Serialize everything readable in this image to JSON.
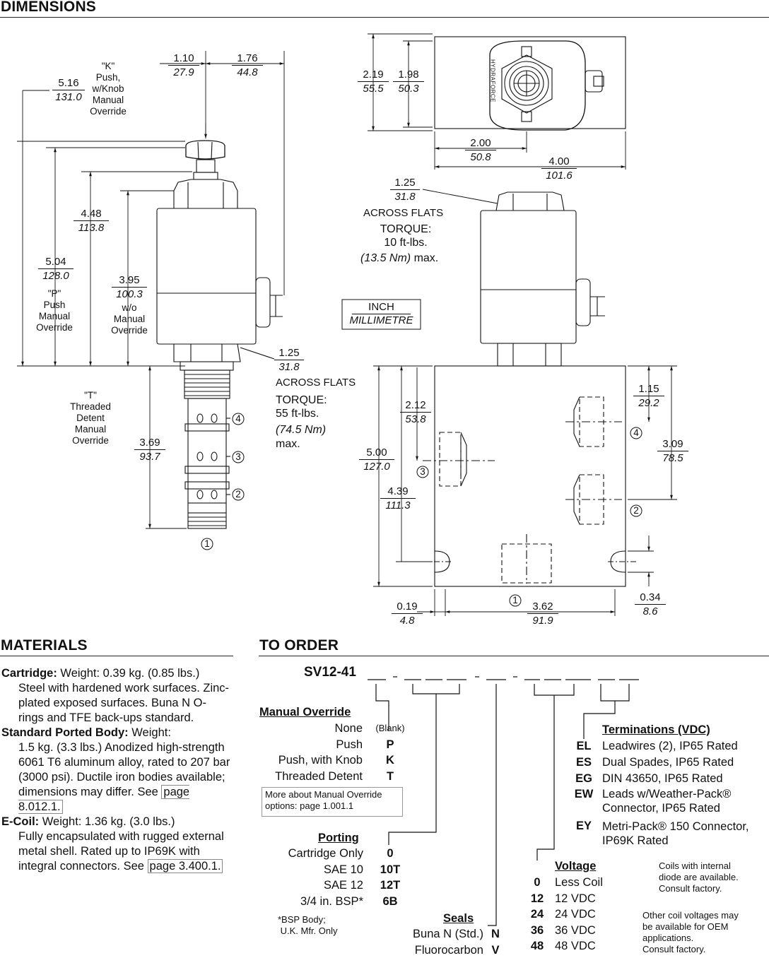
{
  "headings": {
    "dimensions": "DIMENSIONS",
    "materials": "MATERIALS",
    "to_order": "TO ORDER"
  },
  "dims": {
    "d516": {
      "in": "5.16",
      "mm": "131.0"
    },
    "d110": {
      "in": "1.10",
      "mm": "27.9"
    },
    "d176": {
      "in": "1.76",
      "mm": "44.8"
    },
    "d448": {
      "in": "4.48",
      "mm": "113.8"
    },
    "d504": {
      "in": "5.04",
      "mm": "128.0"
    },
    "d395": {
      "in": "3.95",
      "mm": "100.3"
    },
    "d125a": {
      "in": "1.25",
      "mm": "31.8"
    },
    "d369": {
      "in": "3.69",
      "mm": "93.7"
    },
    "d219": {
      "in": "2.19",
      "mm": "55.5"
    },
    "d198": {
      "in": "1.98",
      "mm": "50.3"
    },
    "d200": {
      "in": "2.00",
      "mm": "50.8"
    },
    "d400": {
      "in": "4.00",
      "mm": "101.6"
    },
    "d125b": {
      "in": "1.25",
      "mm": "31.8"
    },
    "d115": {
      "in": "1.15",
      "mm": "29.2"
    },
    "d212": {
      "in": "2.12",
      "mm": "53.8"
    },
    "d309": {
      "in": "3.09",
      "mm": "78.5"
    },
    "d500": {
      "in": "5.00",
      "mm": "127.0"
    },
    "d439": {
      "in": "4.39",
      "mm": "111.3"
    },
    "d034": {
      "in": "0.34",
      "mm": "8.6"
    },
    "d019": {
      "in": "0.19",
      "mm": "4.8"
    },
    "d362": {
      "in": "3.62",
      "mm": "91.9"
    }
  },
  "labels": {
    "k_override": "\"K\"\nPush,\nw/Knob\nManual\nOverride",
    "p_override": "\"P\"\nPush\nManual\nOverride",
    "wo_override": "w/o\nManual\nOverride",
    "t_override": "\"T\"\nThreaded\nDetent\nManual\nOverride",
    "across_flats_cart": "ACROSS FLATS",
    "torque_cart": "TORQUE:\n55 ft-lbs.",
    "torque_cart_nm": "(74.5 Nm)",
    "torque_cart_max": "max.",
    "across_flats_top": "ACROSS FLATS",
    "torque_top": "TORQUE:\n10 ft-lbs.",
    "torque_top_nm": "(13.5 Nm)",
    "torque_top_max": " max.",
    "unit_inch": "INCH",
    "unit_mm": "MILLIMETRE",
    "brand": "HYDRAFORCE",
    "port1": "1",
    "port2": "2",
    "port3": "3",
    "port4": "4"
  },
  "materials": {
    "cartridge_label": "Cartridge:",
    "cartridge_text": " Weight: 0.39 kg. (0.85 lbs.)",
    "cartridge_body": "Steel with hardened work surfaces. Zinc-plated exposed surfaces. Buna N O-rings and TFE back-ups standard.",
    "body_label": "Standard Ported Body:",
    "body_text": " Weight:",
    "body_body": "1.5 kg. (3.3 lbs.) Anodized high-strength 6061 T6 aluminum alloy, rated to 207 bar (3000 psi). Ductile iron bodies available; dimensions may differ. See",
    "body_link": "page 8.012.1.",
    "coil_label": "E-Coil:",
    "coil_text": "  Weight: 1.36 kg. (3.0 lbs.)",
    "coil_body": "Fully encapsulated with rugged external metal shell. Rated up to IP69K with integral connectors. See",
    "coil_link": "page 3.400.1."
  },
  "order": {
    "model": "SV12-41",
    "manual_override": {
      "title": "Manual Override",
      "items": [
        {
          "name": "None",
          "code": "(Blank)"
        },
        {
          "name": "Push",
          "code": "P"
        },
        {
          "name": "Push, with Knob",
          "code": "K"
        },
        {
          "name": "Threaded Detent",
          "code": "T"
        }
      ],
      "note": "More about Manual Override\noptions: page 1.001.1"
    },
    "porting": {
      "title": "Porting",
      "items": [
        {
          "name": "Cartridge Only",
          "code": "0"
        },
        {
          "name": "SAE 10",
          "code": "10T"
        },
        {
          "name": "SAE 12",
          "code": "12T"
        },
        {
          "name": "3/4 in. BSP*",
          "code": "6B"
        }
      ],
      "note": "*BSP Body;\n U.K. Mfr. Only"
    },
    "seals": {
      "title": "Seals",
      "items": [
        {
          "name": "Buna N (Std.)",
          "code": "N"
        },
        {
          "name": "Fluorocarbon",
          "code": "V"
        }
      ]
    },
    "voltage": {
      "title": "Voltage",
      "items": [
        {
          "code": "0",
          "name": "Less Coil"
        },
        {
          "code": "12",
          "name": "12 VDC"
        },
        {
          "code": "24",
          "name": "24 VDC"
        },
        {
          "code": "36",
          "name": "36 VDC"
        },
        {
          "code": "48",
          "name": "48 VDC"
        }
      ],
      "note1": "Coils with internal\ndiode are available.\nConsult factory.",
      "note2": "Other coil voltages may\nbe available for OEM\napplications.\nConsult factory."
    },
    "terminations": {
      "title": "Terminations (VDC)",
      "items": [
        {
          "code": "EL",
          "name": "Leadwires (2), IP65 Rated"
        },
        {
          "code": "ES",
          "name": "Dual Spades, IP65 Rated"
        },
        {
          "code": "EG",
          "name": "DIN 43650, IP65 Rated"
        },
        {
          "code": "EW",
          "name": "Leads w/Weather-Pack®\nConnector, IP65 Rated"
        },
        {
          "code": "EY",
          "name": "Metri-Pack® 150 Connector,\nIP69K Rated"
        }
      ]
    }
  }
}
